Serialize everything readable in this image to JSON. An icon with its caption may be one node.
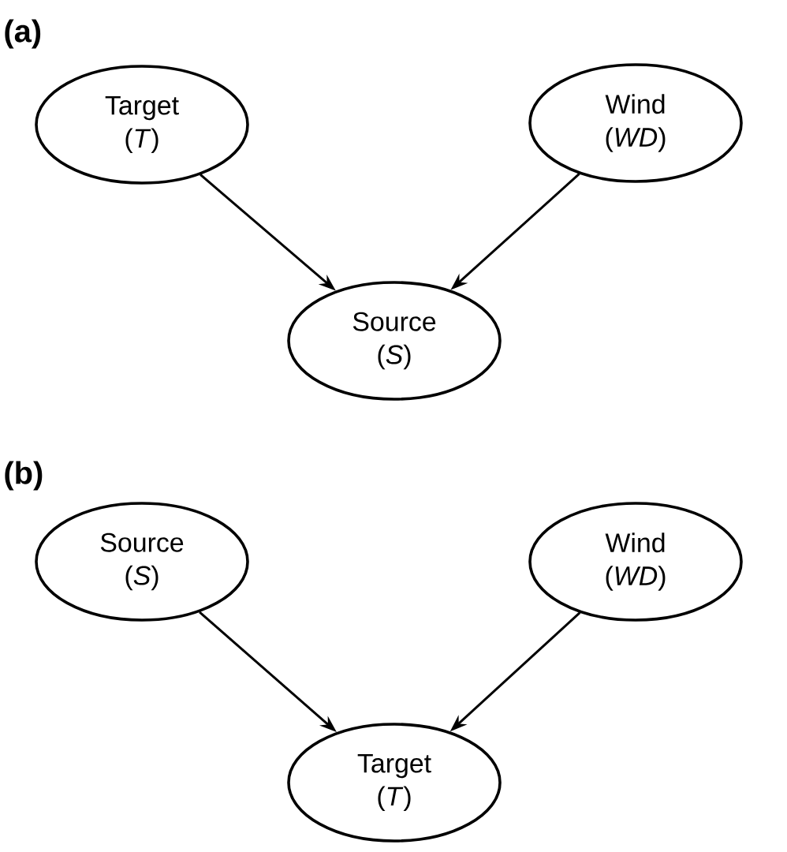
{
  "diagram": {
    "nodes": [
      {
        "text": [
          "Target",
          "(*T*)"
        ]
      },
      {
        "text": [
          "Wind",
          "(*WD*)"
        ]
      },
      {
        "text": [
          "Source",
          "(*S*)"
        ]
      },
      {
        "text": [
          "Source",
          "(*S*)"
        ]
      },
      {
        "text": [
          "Wind",
          "(*WD*)"
        ]
      },
      {
        "text": [
          "Target",
          "(*T*)"
        ]
      }
    ],
    "edges": [
      {
        "from": 0,
        "to": 2,
        "arrow": "to"
      },
      {
        "from": 1,
        "to": 2,
        "arrow": "to"
      },
      {
        "from": 3,
        "to": 5,
        "arrow": "to"
      },
      {
        "from": 4,
        "to": 5,
        "arrow": "to"
      }
    ],
    "labels": [
      "(a)",
      "(b)"
    ]
  }
}
